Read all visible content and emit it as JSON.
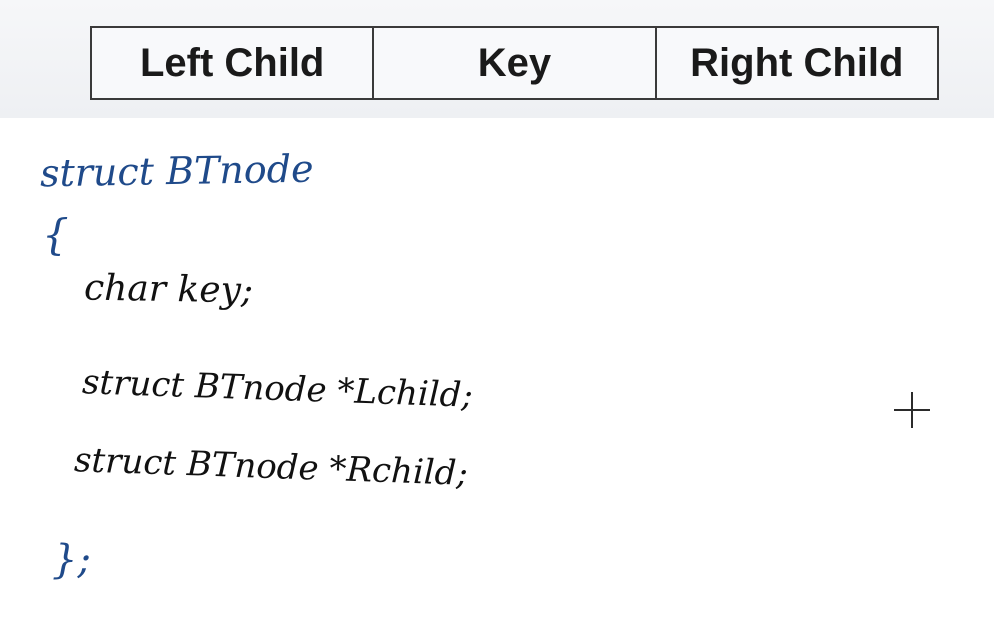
{
  "node_table": {
    "cells": [
      "Left Child",
      "Key",
      "Right Child"
    ]
  },
  "code": {
    "lines": [
      "struct BTnode",
      "{",
      "char key;",
      "struct BTnode *Lchild;",
      "struct BTnode *Rchild;",
      "};"
    ]
  },
  "cursor": {
    "icon": "crosshair-icon"
  }
}
